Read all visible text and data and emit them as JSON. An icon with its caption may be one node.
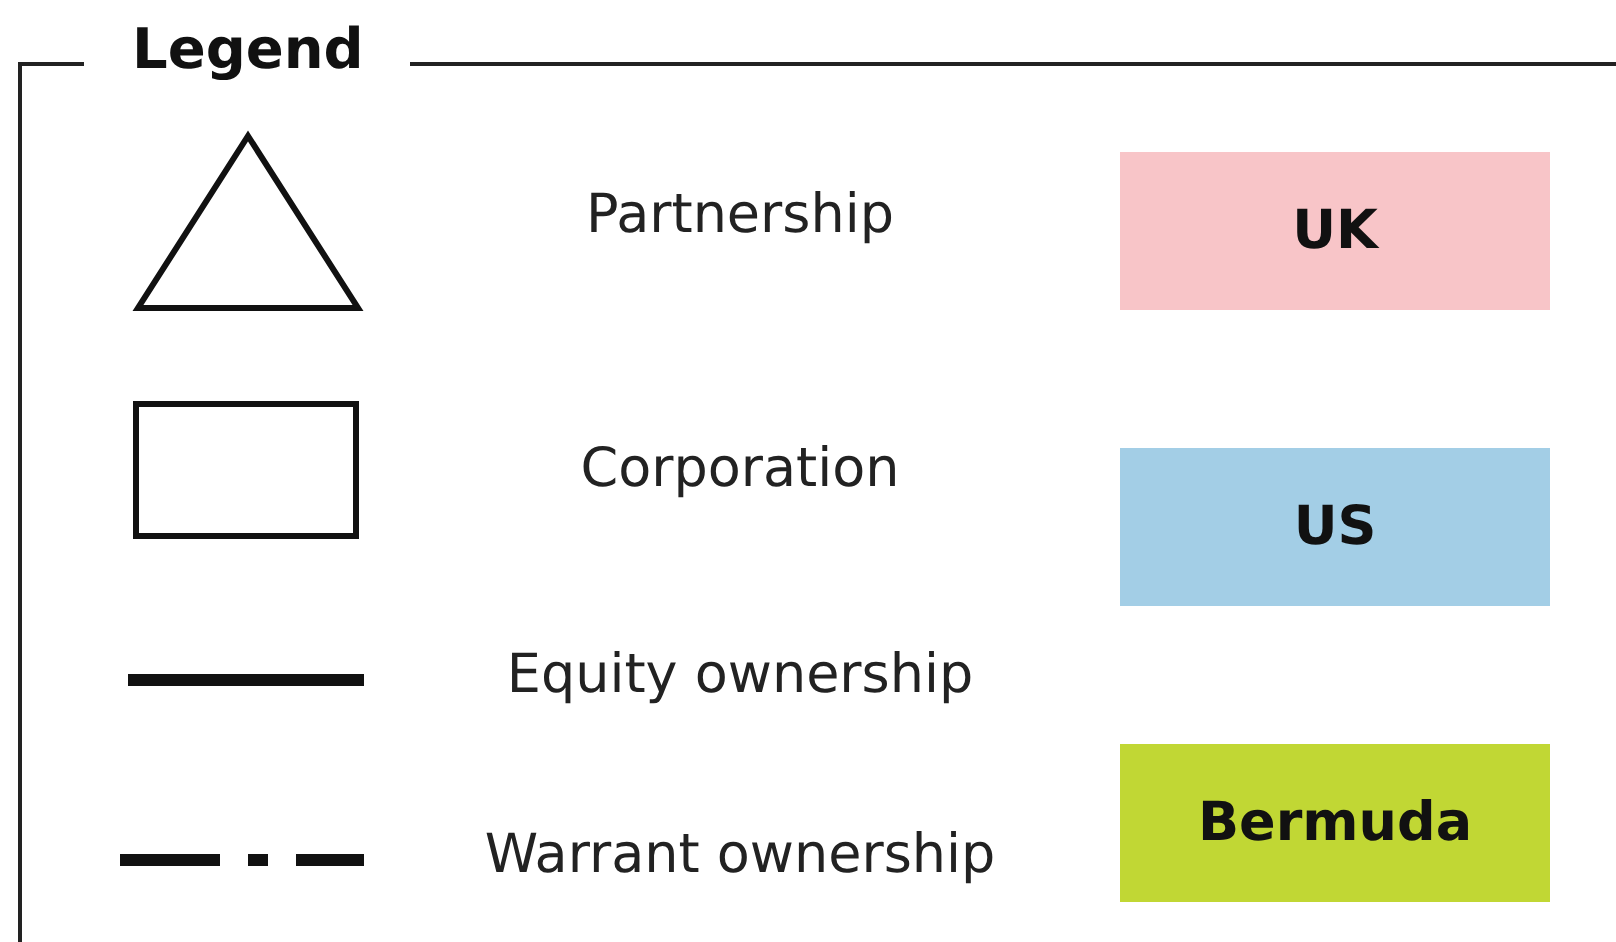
{
  "diagram": {
    "title": "Legend",
    "legend": [
      {
        "text": "Partnership"
      },
      {
        "text": "Corporation"
      },
      {
        "text": "Equity ownership"
      },
      {
        "text": "Warrant ownership"
      },
      {
        "text": "UK",
        "color": "#f8c5c8"
      },
      {
        "text": "US",
        "color": "#a3cee6"
      },
      {
        "text": "Bermuda",
        "color": "#c1d734"
      }
    ]
  }
}
